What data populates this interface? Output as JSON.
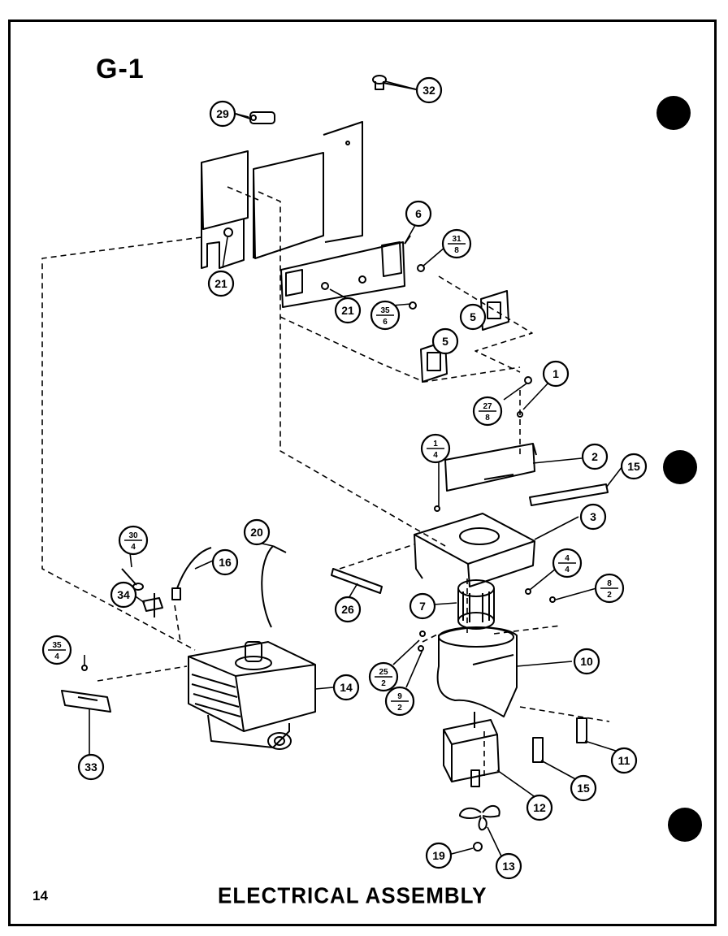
{
  "page": {
    "sheet_code": "G-1",
    "page_number": "14",
    "title": "ELECTRICAL ASSEMBLY"
  },
  "callouts": [
    {
      "id": "c32",
      "label": "32"
    },
    {
      "id": "c29",
      "label": "29"
    },
    {
      "id": "c6",
      "label": "6"
    },
    {
      "id": "c31",
      "label": "31",
      "qty": "8"
    },
    {
      "id": "c21a",
      "label": "21"
    },
    {
      "id": "c21b",
      "label": "21"
    },
    {
      "id": "c35a",
      "label": "35",
      "qty": "6"
    },
    {
      "id": "c5a",
      "label": "5"
    },
    {
      "id": "c5b",
      "label": "5"
    },
    {
      "id": "c1",
      "label": "1"
    },
    {
      "id": "c27",
      "label": "27",
      "qty": "8"
    },
    {
      "id": "c1q",
      "label": "1",
      "qty": "4"
    },
    {
      "id": "c2",
      "label": "2"
    },
    {
      "id": "c15a",
      "label": "15"
    },
    {
      "id": "c3",
      "label": "3"
    },
    {
      "id": "c30",
      "label": "30",
      "qty": "4"
    },
    {
      "id": "c20",
      "label": "20"
    },
    {
      "id": "c16",
      "label": "16"
    },
    {
      "id": "c34",
      "label": "34"
    },
    {
      "id": "c26",
      "label": "26"
    },
    {
      "id": "c4",
      "label": "4",
      "qty": "4"
    },
    {
      "id": "c8",
      "label": "8",
      "qty": "2"
    },
    {
      "id": "c7",
      "label": "7"
    },
    {
      "id": "c35b",
      "label": "35",
      "qty": "4"
    },
    {
      "id": "c10",
      "label": "10"
    },
    {
      "id": "c14",
      "label": "14"
    },
    {
      "id": "c25",
      "label": "25",
      "qty": "2"
    },
    {
      "id": "c9",
      "label": "9",
      "qty": "2"
    },
    {
      "id": "c33",
      "label": "33"
    },
    {
      "id": "c11",
      "label": "11"
    },
    {
      "id": "c15b",
      "label": "15"
    },
    {
      "id": "c12",
      "label": "12"
    },
    {
      "id": "c19",
      "label": "19"
    },
    {
      "id": "c13",
      "label": "13"
    }
  ],
  "colors": {
    "ink": "#000000",
    "paper": "#ffffff"
  }
}
